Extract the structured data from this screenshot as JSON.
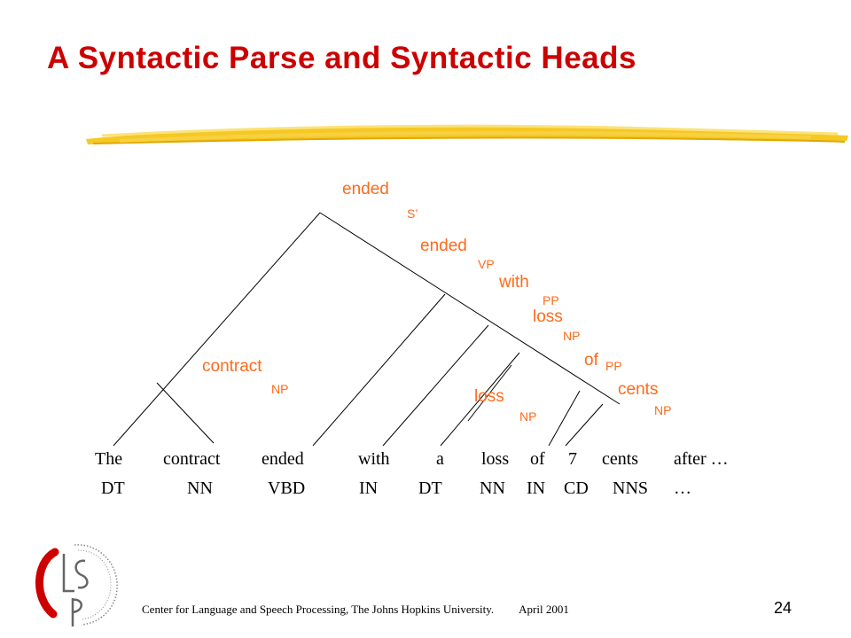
{
  "slide": {
    "title": "A Syntactic Parse and Syntactic Heads",
    "page_number": "24"
  },
  "colors": {
    "title": "#cc0000",
    "annotation": "#ff6a1a",
    "brush": "#f5c518",
    "tree_lines": "#000000"
  },
  "annotations": {
    "s_head": "ended",
    "s_cat": "S’",
    "vp_head": "ended",
    "vp_cat": "VP",
    "pp_with_head": "with",
    "pp_with_cat": "PP",
    "np_loss_head": "loss",
    "np_loss_cat": "NP",
    "pp_of_head": "of",
    "pp_of_cat": "PP",
    "np_cents_head": "cents",
    "np_cents_cat": "NP",
    "np_contract_head": "contract",
    "np_contract_cat": "NP",
    "np_loss_inner_head": "loss",
    "np_loss_inner_cat": "NP"
  },
  "tokens": [
    {
      "word": "The",
      "tag": "DT"
    },
    {
      "word": "contract",
      "tag": "NN"
    },
    {
      "word": "ended",
      "tag": "VBD"
    },
    {
      "word": "with",
      "tag": "IN"
    },
    {
      "word": "a",
      "tag": "DT"
    },
    {
      "word": "loss",
      "tag": "NN"
    },
    {
      "word": "of",
      "tag": "IN"
    },
    {
      "word": "7",
      "tag": "CD"
    },
    {
      "word": "cents",
      "tag": "NNS"
    },
    {
      "word": "after …",
      "tag": "…"
    }
  ],
  "footer": {
    "institution": "Center for Language and Speech Processing, The Johns Hopkins University.",
    "date": "April 2001"
  }
}
